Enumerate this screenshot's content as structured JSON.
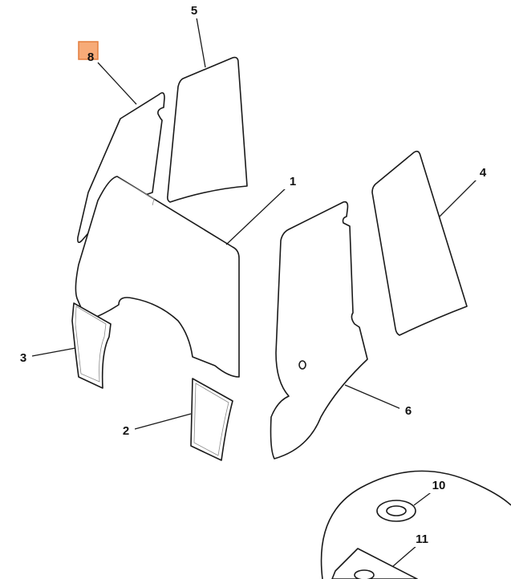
{
  "diagram": {
    "highlight_color": "#f7a36a",
    "callouts": [
      {
        "id": "c1",
        "label": "1"
      },
      {
        "id": "c2",
        "label": "2"
      },
      {
        "id": "c3",
        "label": "3"
      },
      {
        "id": "c4",
        "label": "4"
      },
      {
        "id": "c5",
        "label": "5"
      },
      {
        "id": "c6",
        "label": "6"
      },
      {
        "id": "c8",
        "label": "8"
      },
      {
        "id": "c10",
        "label": "10"
      },
      {
        "id": "c11",
        "label": "11"
      }
    ]
  }
}
